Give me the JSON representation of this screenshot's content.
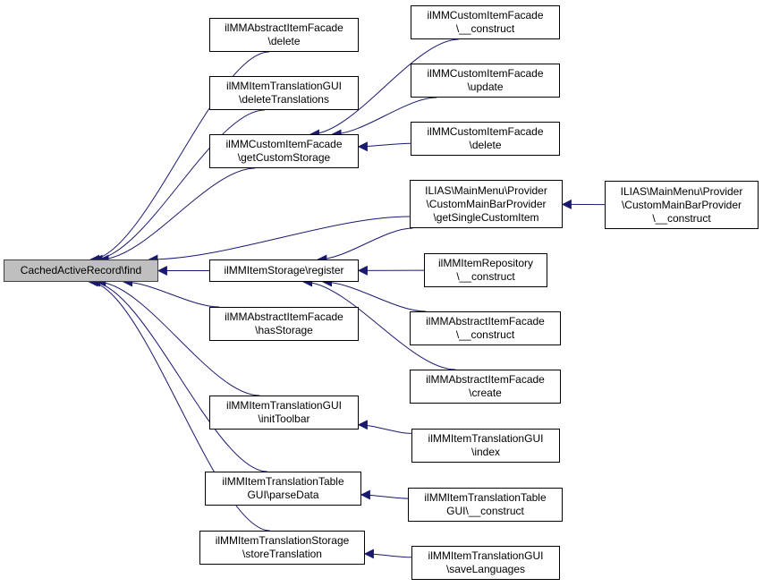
{
  "colors": {
    "edge": "#191970",
    "root_fill": "#bfbfbf",
    "node_border": "#000000"
  },
  "nodes": {
    "root": {
      "lines": [
        "CachedActiveRecord\\find"
      ]
    },
    "n_delete": {
      "lines": [
        "ilMMAbstractItemFacade",
        "\\delete"
      ]
    },
    "n_deleteTranslations": {
      "lines": [
        "ilMMItemTranslationGUI",
        "\\deleteTranslations"
      ]
    },
    "n_getCustomStorage": {
      "lines": [
        "ilMMCustomItemFacade",
        "\\getCustomStorage"
      ]
    },
    "n_register": {
      "lines": [
        "ilMMItemStorage\\register"
      ]
    },
    "n_hasStorage": {
      "lines": [
        "ilMMAbstractItemFacade",
        "\\hasStorage"
      ]
    },
    "n_initToolbar": {
      "lines": [
        "ilMMItemTranslationGUI",
        "\\initToolbar"
      ]
    },
    "n_parseData": {
      "lines": [
        "ilMMItemTranslationTable",
        "GUI\\parseData"
      ]
    },
    "n_storeTranslation": {
      "lines": [
        "ilMMItemTranslationStorage",
        "\\storeTranslation"
      ]
    },
    "n_cif_construct": {
      "lines": [
        "ilMMCustomItemFacade",
        "\\__construct"
      ]
    },
    "n_cif_update": {
      "lines": [
        "ilMMCustomItemFacade",
        "\\update"
      ]
    },
    "n_cif_delete": {
      "lines": [
        "ilMMCustomItemFacade",
        "\\delete"
      ]
    },
    "n_getSingleCustomItem": {
      "lines": [
        "ILIAS\\MainMenu\\Provider",
        "\\CustomMainBarProvider",
        "\\getSingleCustomItem"
      ]
    },
    "n_repo_construct": {
      "lines": [
        "ilMMItemRepository",
        "\\__construct"
      ]
    },
    "n_aif_construct": {
      "lines": [
        "ilMMAbstractItemFacade",
        "\\__construct"
      ]
    },
    "n_aif_create": {
      "lines": [
        "ilMMAbstractItemFacade",
        "\\create"
      ]
    },
    "n_tgui_index": {
      "lines": [
        "ilMMItemTranslationGUI",
        "\\index"
      ]
    },
    "n_ttgui_construct": {
      "lines": [
        "ilMMItemTranslationTable",
        "GUI\\__construct"
      ]
    },
    "n_tgui_saveLanguages": {
      "lines": [
        "ilMMItemTranslationGUI",
        "\\saveLanguages"
      ]
    },
    "n_cmbp_construct": {
      "lines": [
        "ILIAS\\MainMenu\\Provider",
        "\\CustomMainBarProvider",
        "\\__construct"
      ]
    }
  },
  "edges": [
    [
      "n_delete",
      "root"
    ],
    [
      "n_deleteTranslations",
      "root"
    ],
    [
      "n_getCustomStorage",
      "root"
    ],
    [
      "n_register",
      "root"
    ],
    [
      "n_hasStorage",
      "root"
    ],
    [
      "n_initToolbar",
      "root"
    ],
    [
      "n_parseData",
      "root"
    ],
    [
      "n_storeTranslation",
      "root"
    ],
    [
      "n_getSingleCustomItem",
      "root"
    ],
    [
      "n_cif_construct",
      "n_getCustomStorage"
    ],
    [
      "n_cif_update",
      "n_getCustomStorage"
    ],
    [
      "n_cif_delete",
      "n_getCustomStorage"
    ],
    [
      "n_cmbp_construct",
      "n_getSingleCustomItem"
    ],
    [
      "n_getSingleCustomItem",
      "n_register"
    ],
    [
      "n_repo_construct",
      "n_register"
    ],
    [
      "n_aif_construct",
      "n_register"
    ],
    [
      "n_aif_create",
      "n_register"
    ],
    [
      "n_tgui_index",
      "n_initToolbar"
    ],
    [
      "n_ttgui_construct",
      "n_parseData"
    ],
    [
      "n_tgui_saveLanguages",
      "n_storeTranslation"
    ]
  ]
}
